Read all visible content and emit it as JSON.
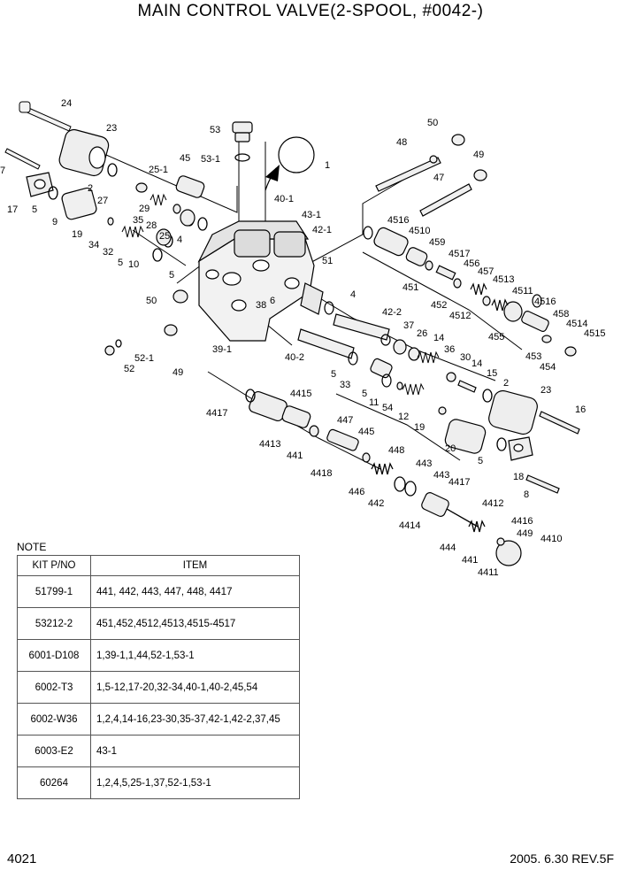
{
  "title": "MAIN CONTROL VALVE(2-SPOOL, #0042-)",
  "page_number": "4021",
  "revision": "2005. 6.30  REV.5F",
  "note_label": "NOTE",
  "table": {
    "headers": [
      "KIT P/NO",
      "ITEM"
    ],
    "rows": [
      {
        "kit": "51799-1",
        "item": "441, 442, 443, 447, 448, 4417"
      },
      {
        "kit": "53212-2",
        "item": "451,452,4512,4513,4515-4517"
      },
      {
        "kit": "6001-D108",
        "item": "1,39-1,1,44,52-1,53-1"
      },
      {
        "kit": "6002-T3",
        "item": "1,5-12,17-20,32-34,40-1,40-2,45,54"
      },
      {
        "kit": "6002-W36",
        "item": "1,2,4,14-16,23-30,35-37,42-1,42-2,37,45"
      },
      {
        "kit": "6003-E2",
        "item": "43-1"
      },
      {
        "kit": "60264",
        "item": "1,2,4,5,25-1,37,52-1,53-1"
      }
    ]
  },
  "callouts": [
    "24",
    "23",
    "7",
    "17",
    "5",
    "2",
    "9",
    "27",
    "25-1",
    "45",
    "29",
    "19",
    "35",
    "34",
    "28",
    "32",
    "25",
    "5",
    "10",
    "4",
    "5",
    "53",
    "53-1",
    "1",
    "40-1",
    "43-1",
    "42-1",
    "50",
    "48",
    "49",
    "47",
    "4516",
    "4510",
    "459",
    "4517",
    "456",
    "457",
    "4513",
    "4511",
    "4516",
    "451",
    "452",
    "4512",
    "51",
    "50",
    "38",
    "6",
    "4",
    "42-2",
    "37",
    "26",
    "14",
    "36",
    "30",
    "14",
    "15",
    "2",
    "23",
    "16",
    "458",
    "4514",
    "4515",
    "455",
    "453",
    "454",
    "39-1",
    "52-1",
    "52",
    "49",
    "40-2",
    "5",
    "33",
    "5",
    "11",
    "54",
    "12",
    "19",
    "4415",
    "4417",
    "447",
    "4413",
    "441",
    "445",
    "448",
    "20",
    "5",
    "18",
    "4418",
    "443",
    "443",
    "4417",
    "446",
    "442",
    "8",
    "4412",
    "4414",
    "4416",
    "444",
    "449",
    "4410",
    "441",
    "4411"
  ]
}
